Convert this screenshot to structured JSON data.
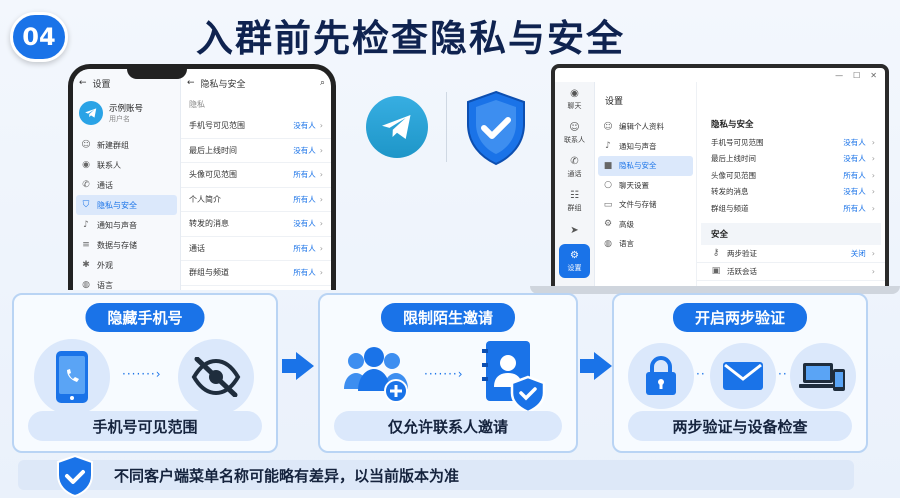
{
  "header": {
    "badge": "04",
    "title": "入群前先检查隐私与安全"
  },
  "phone": {
    "left_title": "设置",
    "account": {
      "name": "示例账号",
      "sub": "用户名"
    },
    "nav": [
      {
        "label": "新建群组",
        "icon": "users-icon"
      },
      {
        "label": "联系人",
        "icon": "contact-icon"
      },
      {
        "label": "通话",
        "icon": "phone-icon"
      },
      {
        "label": "隐私与安全",
        "icon": "shield-icon",
        "active": true
      },
      {
        "label": "通知与声音",
        "icon": "bell-icon"
      },
      {
        "label": "数据与存储",
        "icon": "database-icon"
      },
      {
        "label": "外观",
        "icon": "appearance-icon"
      },
      {
        "label": "语言",
        "icon": "globe-icon"
      }
    ],
    "right_title": "隐私与安全",
    "section": "隐私",
    "rows": [
      {
        "label": "手机号可见范围",
        "value": "没有人"
      },
      {
        "label": "最后上线时间",
        "value": "没有人"
      },
      {
        "label": "头像可见范围",
        "value": "所有人"
      },
      {
        "label": "个人简介",
        "value": "所有人"
      },
      {
        "label": "转发的消息",
        "value": "没有人"
      },
      {
        "label": "通话",
        "value": "所有人"
      },
      {
        "label": "群组与频道",
        "value": "所有人"
      }
    ]
  },
  "desktop": {
    "rail": [
      {
        "label": "聊天",
        "icon": "chat-icon"
      },
      {
        "label": "联系人",
        "icon": "contact-icon"
      },
      {
        "label": "通话",
        "icon": "phone-icon"
      },
      {
        "label": "群组",
        "icon": "group-icon"
      },
      {
        "label": "",
        "icon": "send-icon"
      },
      {
        "label": "设置",
        "icon": "gear-icon",
        "active": true
      }
    ],
    "title": "设置",
    "nav": [
      {
        "label": "编辑个人资料",
        "icon": "user-icon"
      },
      {
        "label": "通知与声音",
        "icon": "bell-icon"
      },
      {
        "label": "隐私与安全",
        "icon": "lock-icon",
        "active": true
      },
      {
        "label": "聊天设置",
        "icon": "chat-icon"
      },
      {
        "label": "文件与存储",
        "icon": "folder-icon"
      },
      {
        "label": "高级",
        "icon": "gear-icon"
      },
      {
        "label": "语言",
        "icon": "globe-icon"
      }
    ],
    "section1": "隐私与安全",
    "rows1": [
      {
        "label": "手机号可见范围",
        "value": "没有人"
      },
      {
        "label": "最后上线时间",
        "value": "没有人"
      },
      {
        "label": "头像可见范围",
        "value": "所有人"
      },
      {
        "label": "转发的消息",
        "value": "没有人"
      },
      {
        "label": "群组与频道",
        "value": "所有人"
      }
    ],
    "section2": "安全",
    "rows2": [
      {
        "label": "两步验证",
        "value": "关闭",
        "icon": "key-icon"
      },
      {
        "label": "活跃会话",
        "value": "",
        "icon": "device-icon"
      }
    ]
  },
  "cards": [
    {
      "title": "隐藏手机号",
      "caption": "手机号可见范围"
    },
    {
      "title": "限制陌生邀请",
      "caption": "仅允许联系人邀请"
    },
    {
      "title": "开启两步验证",
      "caption": "两步验证与设备检查"
    }
  ],
  "footer": "不同客户端菜单名称可能略有差异，以当前版本为准",
  "colors": {
    "accent": "#1a73e8",
    "light": "#dbe8fb",
    "title": "#0f2350"
  }
}
